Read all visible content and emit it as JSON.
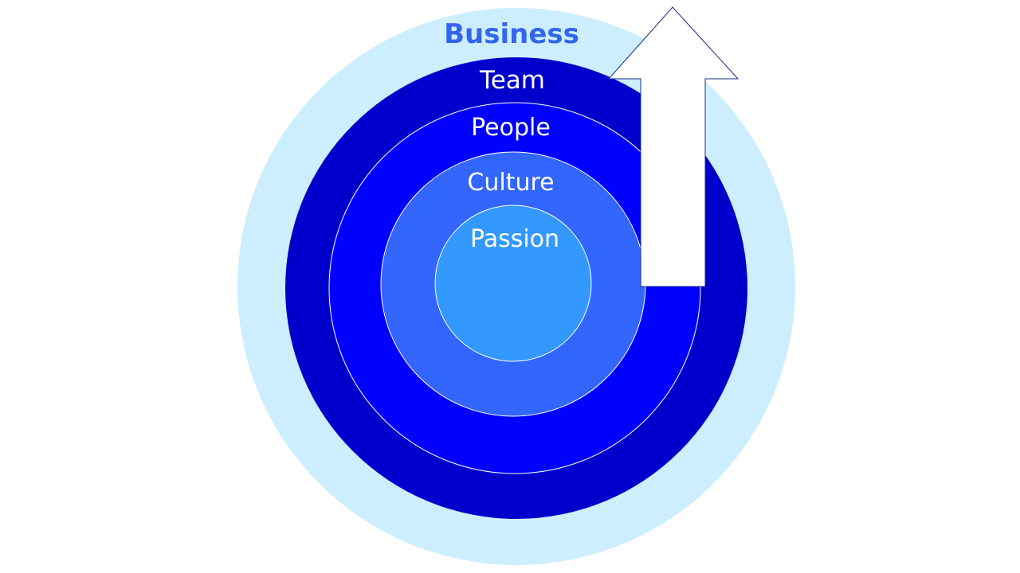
{
  "diagram": {
    "outer_label": "Business",
    "rings": [
      {
        "id": "team",
        "label": "Team",
        "color": "#0000cc"
      },
      {
        "id": "people",
        "label": "People",
        "color": "#0000ff"
      },
      {
        "id": "culture",
        "label": "Culture",
        "color": "#3366ff"
      },
      {
        "id": "passion",
        "label": "Passion",
        "color": "#3399ff"
      }
    ],
    "colors": {
      "business_ring": "#cceeff",
      "business_text": "#3366ee",
      "ring_text": "#ffffff",
      "ring_divider": "#ffffff",
      "arrow_fill": "#ffffff",
      "arrow_stroke": "#1a2a8a"
    }
  }
}
